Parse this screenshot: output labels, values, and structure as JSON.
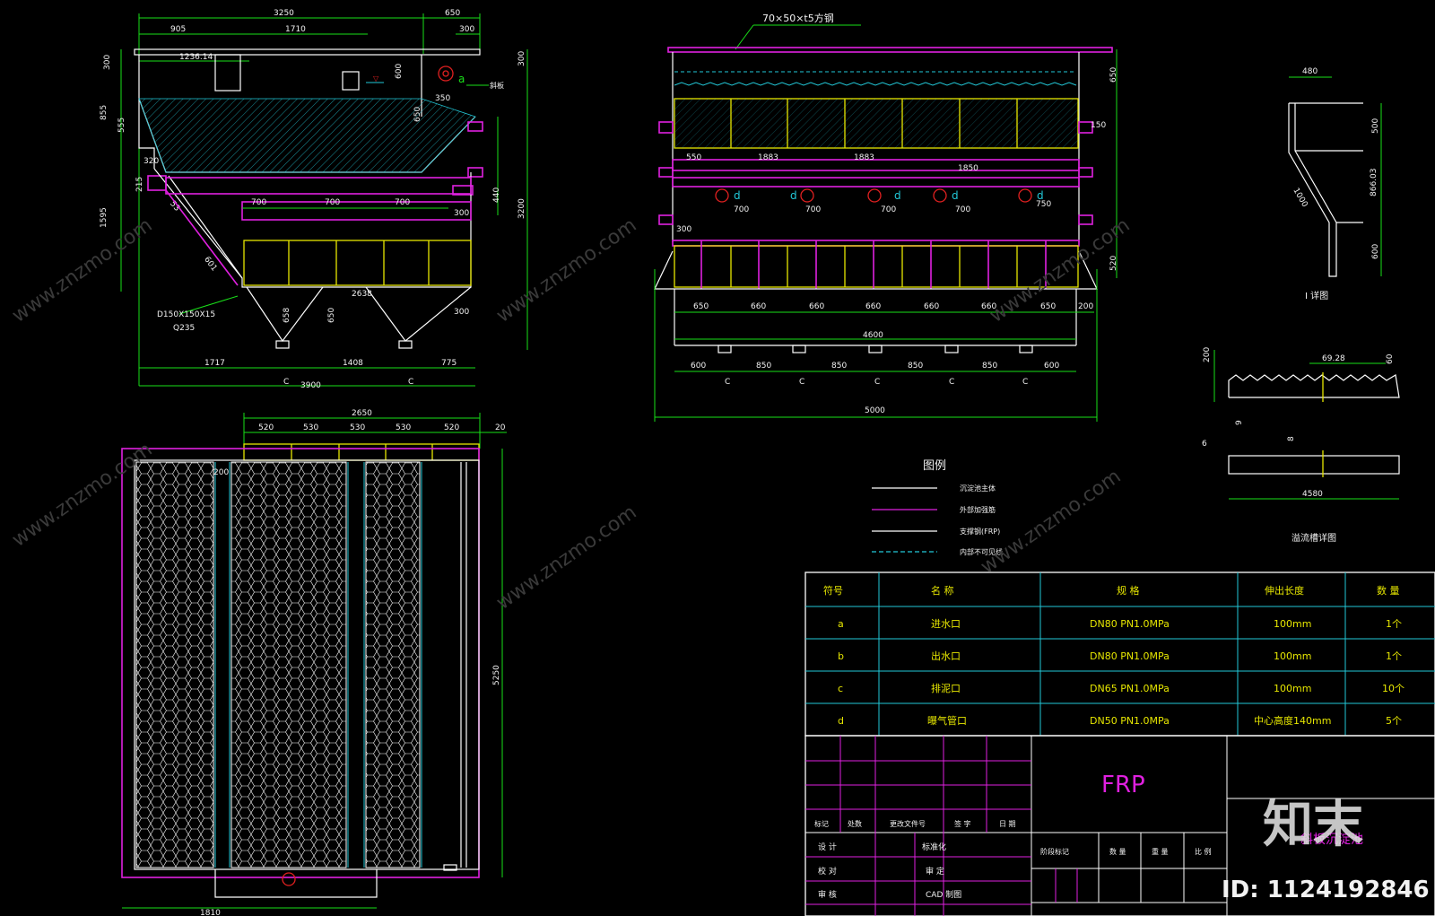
{
  "side_view": {
    "dims_top": [
      "3250",
      "905",
      "1710",
      "650",
      "300",
      "1236.14"
    ],
    "dims_left": [
      "300",
      "855",
      "555",
      "320",
      "1595",
      "215",
      "53"
    ],
    "dims_right": [
      "300",
      "600",
      "650",
      "350",
      "440",
      "300",
      "3200",
      "300"
    ],
    "dims_inner": [
      "700",
      "700",
      "700",
      "2638",
      "658",
      "650",
      "601"
    ],
    "dims_bottom": [
      "1717",
      "1408",
      "775",
      "3900"
    ],
    "label_inlet": "a",
    "label_angle": "斜板",
    "steel_note": "D150X150X15",
    "steel_grade": "Q235",
    "section_marks": [
      "C",
      "C"
    ]
  },
  "front_view": {
    "top_note": "70×50×t5方钢",
    "dims_right": [
      "650",
      "150",
      "520"
    ],
    "dims_upper": [
      "550",
      "1883",
      "1883",
      "1850"
    ],
    "dims_inner": [
      "300",
      "700",
      "700",
      "700",
      "700",
      "750"
    ],
    "dims_bays": [
      "650",
      "660",
      "660",
      "660",
      "660",
      "660",
      "650",
      "200"
    ],
    "dim_4600": "4600",
    "dims_supports": [
      "600",
      "850",
      "850",
      "850",
      "850",
      "600"
    ],
    "dim_total": "5000",
    "port_labels": [
      "d",
      "d",
      "d",
      "d",
      "d"
    ],
    "section_marks": [
      "C",
      "C",
      "C",
      "C",
      "C"
    ]
  },
  "plan_view": {
    "dims_top": [
      "2650",
      "520",
      "530",
      "530",
      "530",
      "520",
      "20"
    ],
    "dim_200": "200",
    "dim_right": "5250",
    "dim_bottom": "1810"
  },
  "detail_i": {
    "dims": [
      "480",
      "500",
      "866.03",
      "600",
      "1000"
    ],
    "caption": "I 详图"
  },
  "weir_detail": {
    "dims": [
      "200",
      "69.28",
      "60",
      "9",
      "8",
      "6",
      "4580"
    ],
    "caption": "溢流槽详图"
  },
  "legend": {
    "title": "图例",
    "items": [
      {
        "label": "沉淀池主体",
        "color": "#ffffff",
        "dashed": false
      },
      {
        "label": "外部加强筋",
        "color": "#e020e0",
        "dashed": false
      },
      {
        "label": "支撑钢(FRP)",
        "color": "#ffffff",
        "dashed": false
      },
      {
        "label": "内部不可见线",
        "color": "#22c8d8",
        "dashed": true
      }
    ]
  },
  "nozzle_table": {
    "headers": [
      "符号",
      "名 称",
      "规 格",
      "伸出长度",
      "数 量"
    ],
    "rows": [
      [
        "a",
        "进水口",
        "DN80 PN1.0MPa",
        "100mm",
        "1个"
      ],
      [
        "b",
        "出水口",
        "DN80 PN1.0MPa",
        "100mm",
        "1个"
      ],
      [
        "c",
        "排泥口",
        "DN65 PN1.0MPa",
        "100mm",
        "10个"
      ],
      [
        "d",
        "曝气管口",
        "DN50 PN1.0MPa",
        "中心高度140mm",
        "5个"
      ]
    ]
  },
  "title_block": {
    "revision_headers": [
      "标记",
      "处数",
      "更改文件号",
      "签 字",
      "日 期"
    ],
    "sign_labels": [
      "设 计",
      "校 对",
      "审 核"
    ],
    "right_labels": [
      "标准化",
      "审 定",
      "CAD 制图"
    ],
    "stage_headers": [
      "阶段标记",
      "数 量",
      "重 量",
      "比 例"
    ],
    "material": "FRP",
    "drawing_name": "斜板沉淀池"
  },
  "watermark": {
    "logo_text": "知末",
    "id_text": "ID: 1124192846",
    "site": "www.znzmo.com"
  },
  "colors": {
    "dimension": "#19e019",
    "outline": "#ffffff",
    "stiffener": "#e020e0",
    "support": "#e6e600",
    "hidden": "#22c8d8",
    "port": "#e02020"
  }
}
